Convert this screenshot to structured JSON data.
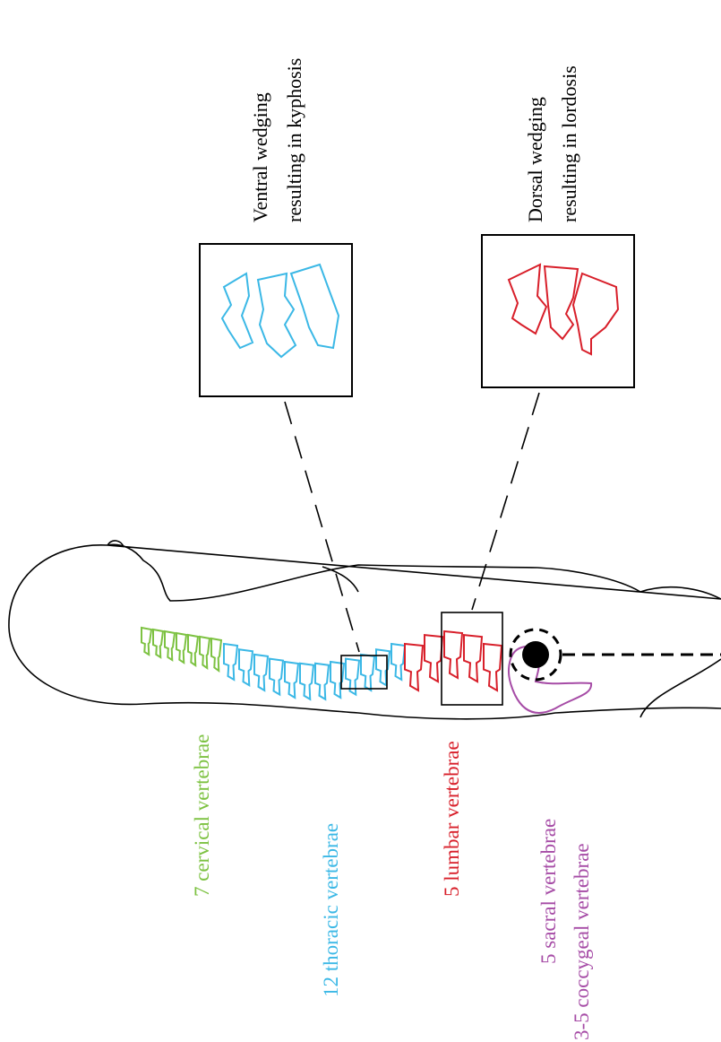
{
  "callouts": {
    "kyphosis": {
      "line1": "Ventral wedging",
      "line2": "resulting in kyphosis"
    },
    "lordosis": {
      "line1": "Dorsal wedging",
      "line2": "resulting in lordosis"
    }
  },
  "labels": {
    "cervical": "7 cervical vertebrae",
    "thoracic": "12 thoracic vertebrae",
    "lumbar": "5 lumbar vertebrae",
    "sacral": "5 sacral vertebrae",
    "coccygeal": "3-5 coccygeal vertebrae"
  },
  "colors": {
    "cervical": "#7dc242",
    "thoracic": "#3bb8e6",
    "lumbar": "#d81f2a",
    "sacral": "#a64ca6",
    "outline": "#000000"
  },
  "counts": {
    "cervical": 7,
    "thoracic": 12,
    "lumbar": 5
  }
}
